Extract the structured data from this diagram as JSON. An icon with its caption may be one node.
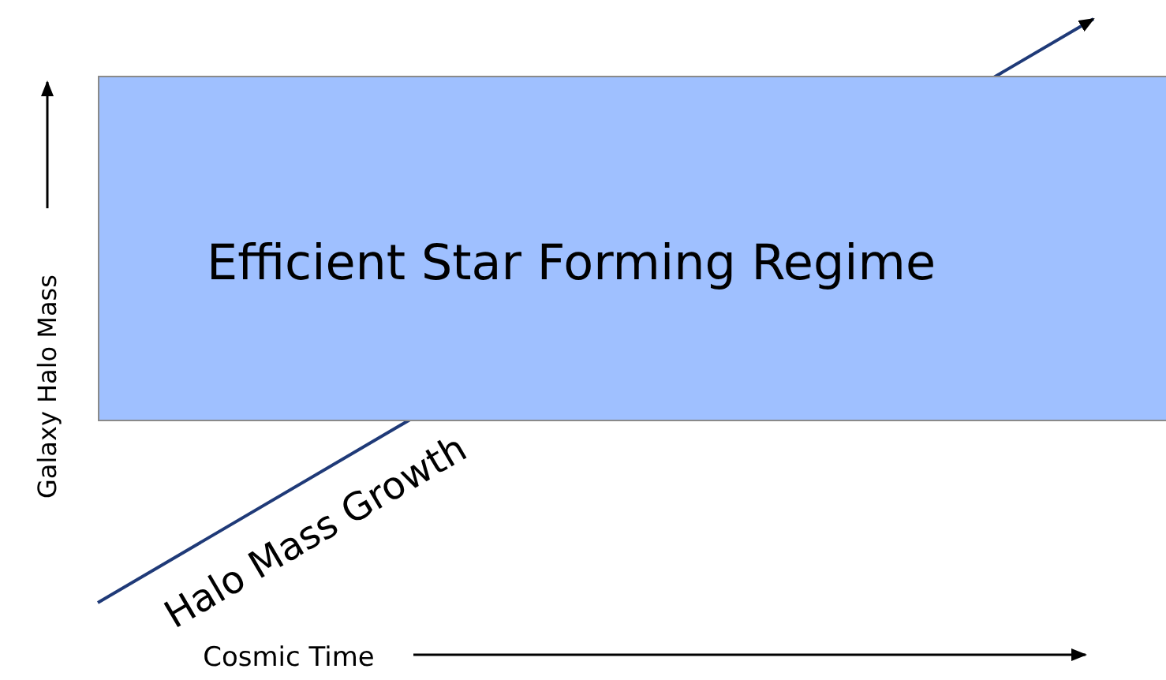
{
  "diagram": {
    "nodes": [
      {
        "text": [
          "Efficient Star Forming Regime"
        ]
      }
    ],
    "edges": [],
    "labels": [
      "Galaxy Halo Mass",
      "Halo Mass Growth",
      "Cosmic Time"
    ]
  }
}
